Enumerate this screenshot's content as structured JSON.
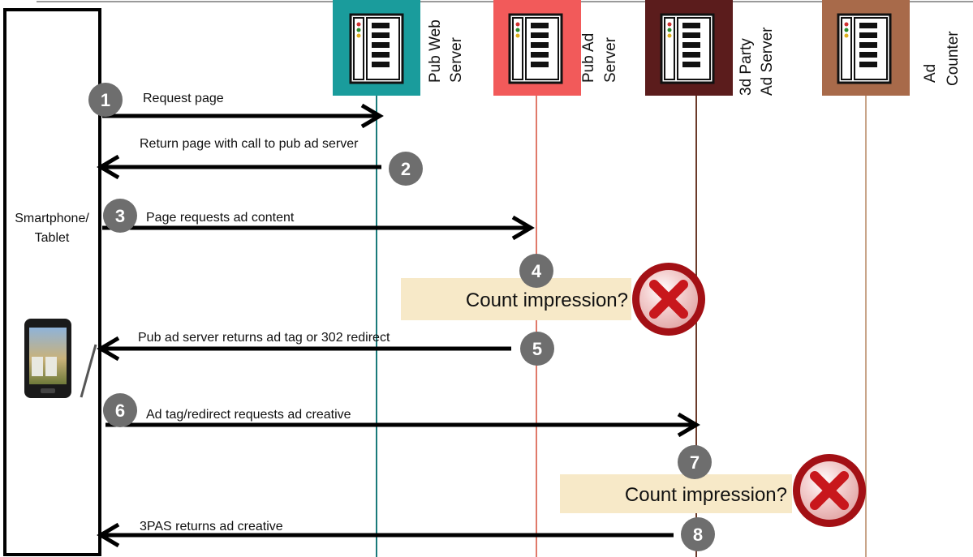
{
  "device": {
    "label_line1": "Smartphone/",
    "label_line2": "Tablet"
  },
  "servers": [
    {
      "label_line1": "Pub Web",
      "label_line2": "Server",
      "color": "#1a9c9c",
      "lifeline_color": "#1a7a7a"
    },
    {
      "label_line1": "Pub Ad",
      "label_line2": "Server",
      "color": "#f25a5a",
      "lifeline_color": "#e07a6a"
    },
    {
      "label_line1": "3d Party",
      "label_line2": "Ad Server",
      "color": "#5b1c1c",
      "lifeline_color": "#6b3a2a"
    },
    {
      "label_line1": "Ad",
      "label_line2": "Counter",
      "color": "#a86a4a",
      "lifeline_color": "#c9a58a"
    }
  ],
  "steps": [
    {
      "number": "1",
      "label": "Request page"
    },
    {
      "number": "2",
      "label": "Return page  with call to pub ad server"
    },
    {
      "number": "3",
      "label": "Page requests ad content"
    },
    {
      "number": "4",
      "label": ""
    },
    {
      "number": "5",
      "label": "Pub ad server returns ad tag or 302 redirect"
    },
    {
      "number": "6",
      "label": "Ad tag/redirect requests ad creative"
    },
    {
      "number": "7",
      "label": ""
    },
    {
      "number": "8",
      "label": "3PAS returns ad creative"
    }
  ],
  "count_boxes": [
    {
      "text": "Count impression?",
      "icon": "red-x-icon"
    },
    {
      "text": "Count impression?",
      "icon": "red-x-icon"
    }
  ],
  "colors": {
    "badge": "#6e6e6e",
    "count_box_bg": "#f7e9c8",
    "x_icon_red": "#c8171c"
  }
}
